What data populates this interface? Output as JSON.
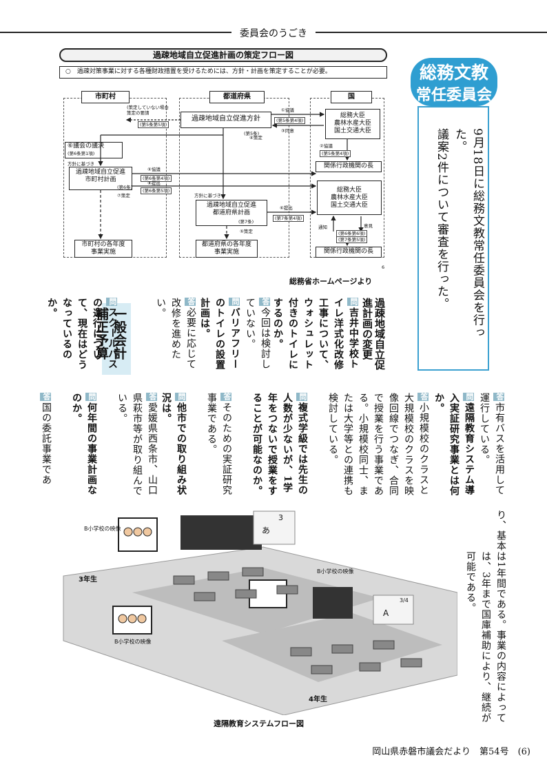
{
  "header": {
    "label": "委員会のうごき"
  },
  "flow": {
    "title": "過疎地域自立促進計画の策定フロー図",
    "note": "過疎対策事業に対する各種財政措置を受けるためには、方針・計画を策定することが必要。",
    "col_city": "市町村",
    "col_pref": "都道府県",
    "col_nation": "国",
    "policy": "過疎地域自立促進方針",
    "policy_art": "(第5条)",
    "ministers_a": "総務大臣\n農林水産大臣\n国土交通大臣",
    "ministers_b": "総務大臣\n農林水産大臣\n国土交通大臣",
    "agency_a": "関係行政機関の長",
    "agency_b": "関係行政機関の長",
    "council": "⑥議会の議決",
    "council_art": "(第6条第1項)",
    "city_plan": "過疎地域自立促進\n市町村計画",
    "city_plan_art": "(第6条)",
    "pref_plan": "過疎地域自立促進\n都道府県計画",
    "pref_plan_art": "(第7条)",
    "city_exec": "市町村の各年度\n事業実施",
    "pref_exec": "都道府県の各年度\n事業実施",
    "l_request": "(策定していない場合\n策定の要請",
    "l_art55": "(第5条第5項)",
    "l_consult1": "①協議",
    "l_art54a": "(第5条第4項)",
    "l_agree": "③同意",
    "l_decide4": "④策定",
    "l_consult2": "②協議",
    "l_art54b": "(第5条第4項)",
    "l_based1": "方針に基づき",
    "l_consult5": "⑤協議",
    "l_art64": "(第6条第4項)",
    "l_submit8": "⑧提出",
    "l_art65": "(第6条第5項)",
    "l_decide7": "⑦策定",
    "l_based2": "方針に基づき",
    "l_submit6": "⑥提出",
    "l_art74": "(第7条第4項)",
    "l_decide5": "⑤策定",
    "l_notify": "通知",
    "l_opinion": "意見",
    "l_art66": "(第6条第6項)",
    "l_art75": "(第7条第5項)",
    "page_num": "6",
    "source": "総務省ホームページより"
  },
  "badge": {
    "line1": "総務文教",
    "line2": "常任委員会"
  },
  "intro": {
    "line1": "9月18日に総務文教常任委員会を行った。",
    "line2": "議案2件について審査を行った。"
  },
  "marks": {
    "q": "問",
    "a": "答"
  },
  "article1": {
    "heading": "過疎地域自立促進計画の変更",
    "q1": "吉井中学校トイレ洋式化改修工事について、ウォシュレット付きのトイレにするのか。",
    "a1": "今回は検討していない。",
    "q2": "バリアフリーのトイレの設置計画は。",
    "a2": "必要に応じて改修を進めたい。"
  },
  "article2": {
    "heading1": "一般会計",
    "heading2": "補正予算",
    "q1": "スクールバスの運行について、現在はどうなっているのか。"
  },
  "col2": {
    "a1": "市有バスを活用して運行している。",
    "q2": "遠隔教育システム導入実証研究事業とは何か。",
    "a2": "小規模校のクラスと大規模校のクラスを映像回線でつなぎ、合同で授業を行う事業である。小規模校同士、または大学等との連携も検討している。",
    "q3": "複式学級では先生の人数が少ないが、1学年をつないで授業をすることが可能なのか。",
    "a3": "そのための実証研究事業である。",
    "q4": "他市での取り組み状況は。",
    "a4": "愛媛県西条市、山口県萩市等が取り組んでいる。",
    "q5": "何年間の事業計画なのか。",
    "a5": "国の委託事業であ"
  },
  "col3": {
    "t1": "り、基本は1年間である。事業の内容によって",
    "t2": "は、3年まで国庫補助により、継続が可能である。"
  },
  "illus": {
    "b_video1": "B小学校の映像",
    "b_video2": "B小学校の映像",
    "b_video3": "B小学校の映像",
    "grade3": "3年生",
    "grade4": "4年生",
    "board_a": "あ",
    "board_3": "3",
    "board_A": "A",
    "board_34": "3/4",
    "caption": "遠隔教育システムフロー図"
  },
  "footer": {
    "text": "岡山県赤磐市議会だより　第54号　(6)"
  }
}
